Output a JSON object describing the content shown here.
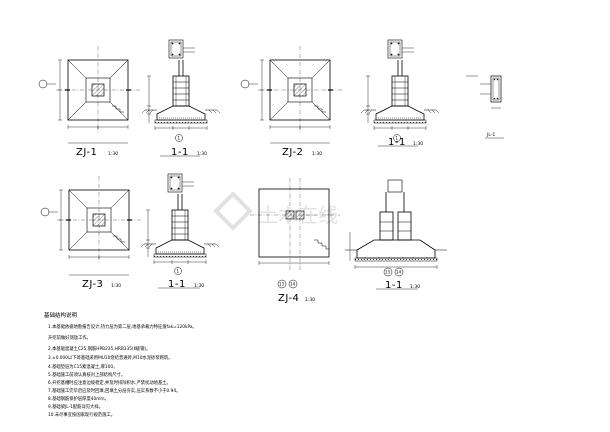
{
  "details": [
    {
      "id": "zj1",
      "plan_title": "ZJ-1",
      "plan_scale": "1:30",
      "section_title": "1-1",
      "section_scale": "1:30",
      "section_marker": "1"
    },
    {
      "id": "zj2",
      "plan_title": "ZJ-2",
      "plan_scale": "1:30",
      "section_title": "1-1",
      "section_scale": "1:30",
      "section_marker": "1"
    },
    {
      "id": "zj3",
      "plan_title": "ZJ-3",
      "plan_scale": "1:30",
      "section_title": "1-1",
      "section_scale": "1:30",
      "section_marker": "1"
    },
    {
      "id": "zj4",
      "plan_title": "ZJ-4",
      "plan_scale": "1:30",
      "section_title": "1-1",
      "section_scale": "1:30",
      "axis_a": "13",
      "axis_b": "14"
    }
  ],
  "jl_detail": {
    "title": "JL-1"
  },
  "notes": {
    "heading": "基础结构说明",
    "items": [
      "1.本基础依据地勘报告设计,持力层为第二层,地基承载力特征值fak=120kPa。",
      "  开挖前做好测放工作。",
      "2.本基础混凝土C25,钢筋HPB235,HRB335(Ⅱ级钢)。",
      "3.±0.000以下砖基础采用MU10烧结普通砖,M10水泥砂浆砌筑。",
      "4.基础垫层为C15素混凝土,厚100。",
      "5.基础施工前须认真核对上部结构尺寸。",
      "6.开挖基槽时应注意边坡稳定,并及时排除积水,严禁扰动地基土。",
      "7.基础施工完毕后应及时回填,回填土分层夯实,压实系数不小于0.94。",
      "8.基础钢筋保护层厚度40mm。",
      "9.基础梁JL-1配筋详见大样。",
      "10.未尽事宜按国家现行规范施工。"
    ]
  },
  "watermark": "土木在线"
}
